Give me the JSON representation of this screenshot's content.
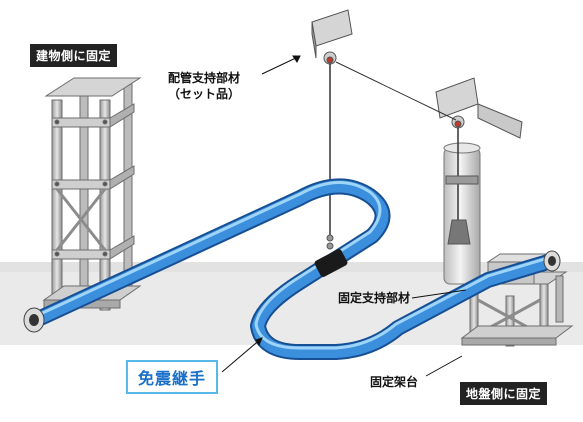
{
  "labels": {
    "building_fixed": "建物側に固定",
    "pipe_support_line1": "配管支持部材",
    "pipe_support_line2": "（セット品）",
    "fixed_support": "固定支持部材",
    "fixed_frame": "固定架台",
    "ground_fixed": "地盤側に固定",
    "seismic_joint": "免震継手"
  },
  "colors": {
    "pipe_blue": "#2d7fd0",
    "pipe_highlight": "#a9dcfa",
    "steel_light": "#d9d9d9",
    "steel_mid": "#b5b5b5",
    "steel_dark": "#7d7d7d",
    "label_dark_bg": "#222222",
    "label_blue_text": "#1a6fc9",
    "label_blue_border": "#58b8ea"
  }
}
